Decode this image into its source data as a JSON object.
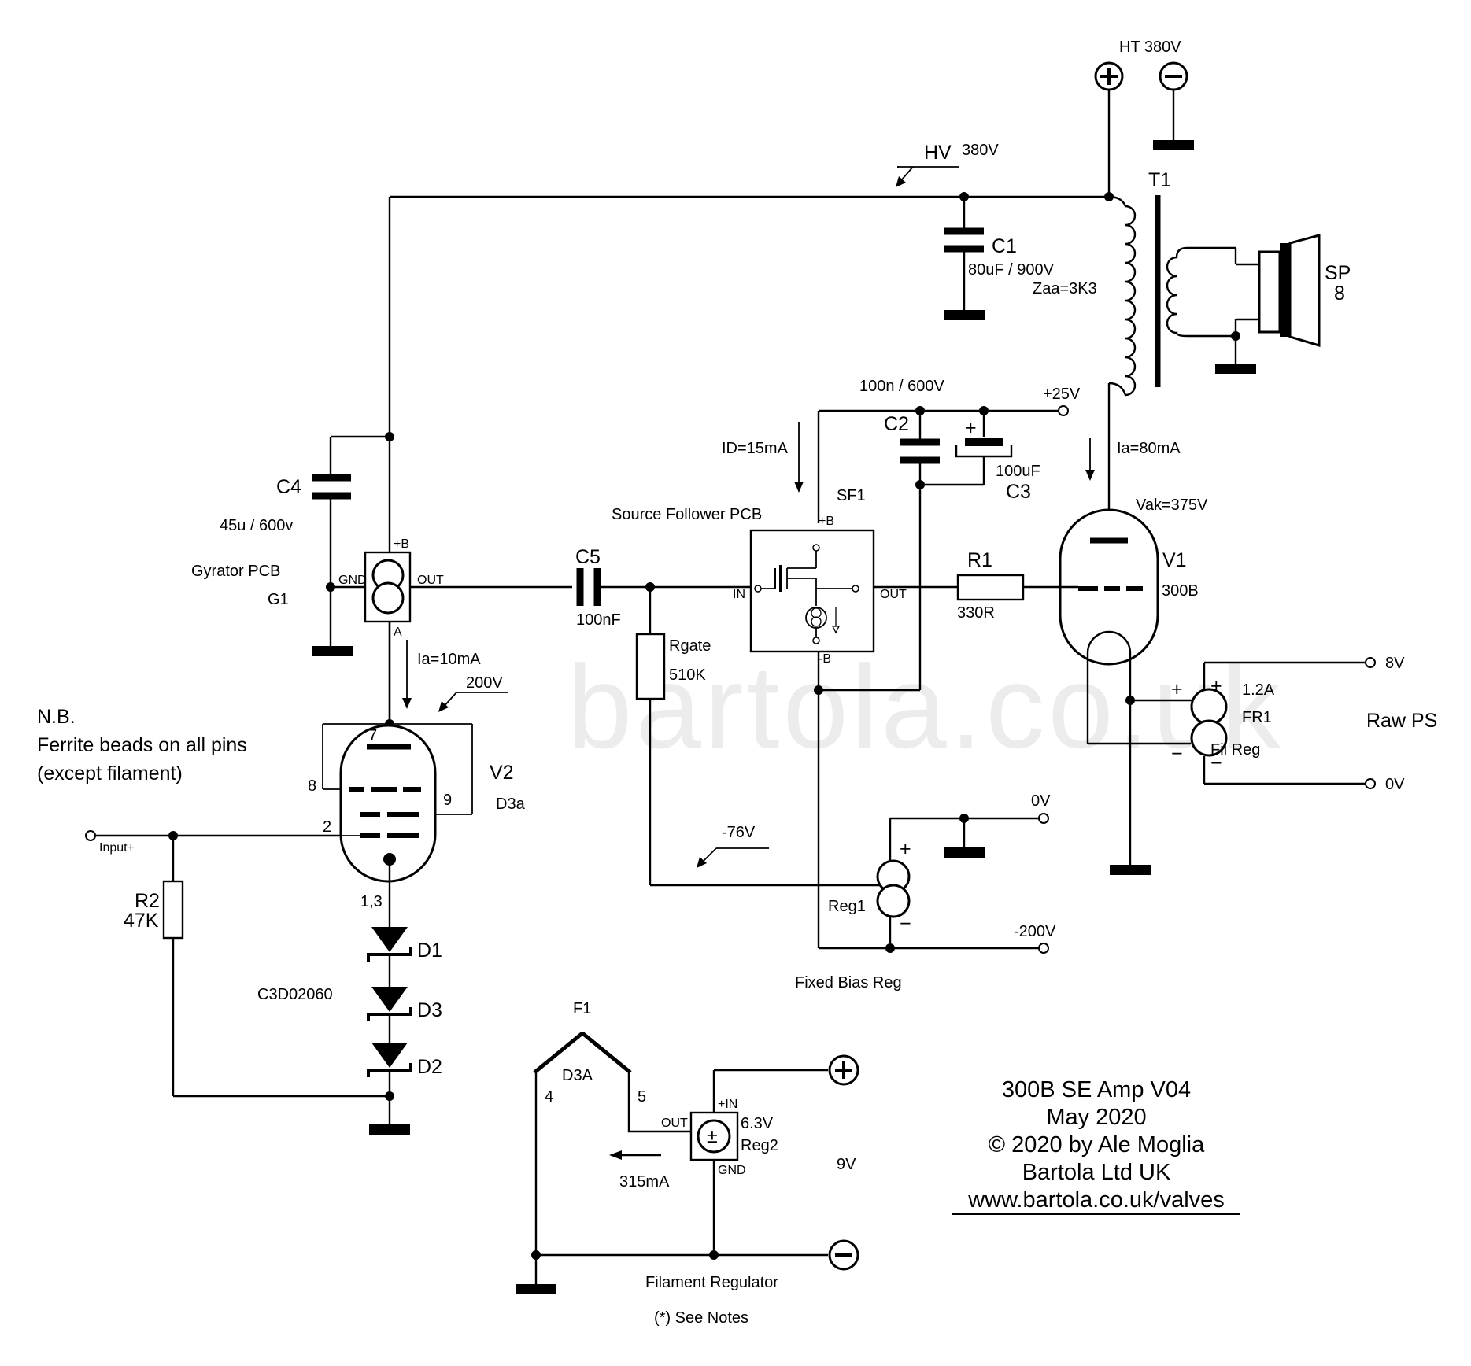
{
  "watermark": "bartola.co.uk",
  "supply": {
    "ht_label": "HT 380V",
    "hv_label": "HV",
    "hv_value": "380V",
    "plus_25v": "+25V",
    "raw_ps": "Raw PS",
    "v8": "8V",
    "v0_fil": "0V",
    "v0_bias": "0V",
    "minus_200v": "-200V",
    "minus_76v": "-76V",
    "fil_9v": "9V"
  },
  "components": {
    "C1": {
      "ref": "C1",
      "value": "80uF / 900V"
    },
    "C2": {
      "ref": "C2",
      "value": "100n / 600V"
    },
    "C3": {
      "ref": "C3",
      "value": "100uF"
    },
    "C4": {
      "ref": "C4",
      "value": "45u / 600v"
    },
    "C5": {
      "ref": "C5",
      "value": "100nF"
    },
    "R1": {
      "ref": "R1",
      "value": "330R"
    },
    "R2": {
      "ref": "R2",
      "value": "47K"
    },
    "Rgate": {
      "ref": "Rgate",
      "value": "510K"
    },
    "T1": {
      "ref": "T1",
      "impedance": "Zaa=3K3"
    },
    "SP": {
      "ref": "SP",
      "value": "8"
    },
    "V1": {
      "ref": "V1",
      "type": "300B",
      "ia": "Ia=80mA",
      "vak": "Vak=375V"
    },
    "V2": {
      "ref": "V2",
      "type": "D3a",
      "ia": "Ia=10mA",
      "anode_v": "200V",
      "pins": {
        "anode": "7",
        "g2": "8",
        "g3": "9",
        "grid": "2",
        "cathode": "1,3"
      }
    },
    "G1": {
      "title": "Gyrator PCB",
      "ref": "G1",
      "pin_b": "+B",
      "pin_gnd": "GND",
      "pin_out": "OUT",
      "pin_a": "A"
    },
    "SF1": {
      "title": "Source Follower PCB",
      "ref": "SF1",
      "id": "ID=15mA",
      "pin_b": "+B",
      "pin_in": "IN",
      "pin_out": "OUT",
      "pin_minus_b": "-B"
    },
    "FR1": {
      "ref": "FR1",
      "current": "1.2A",
      "name": "Fil Reg",
      "plus": "+",
      "minus": "−",
      "out_plus": "+",
      "out_minus": "−"
    },
    "Reg1": {
      "ref": "Reg1",
      "plus": "+",
      "minus": "−",
      "caption": "Fixed Bias Reg"
    },
    "Reg2": {
      "ref": "Reg2",
      "voltage": "6.3V",
      "pin_in": "+IN",
      "pin_out": "OUT",
      "pin_gnd": "GND",
      "current": "315mA",
      "caption": "Filament Regulator"
    },
    "F1": {
      "ref": "F1",
      "type": "D3A",
      "pin4": "4",
      "pin5": "5"
    },
    "D1": {
      "ref": "D1"
    },
    "D2": {
      "ref": "D2"
    },
    "D3": {
      "ref": "D3"
    },
    "diode_part": "C3D02060",
    "C3_plus": "+"
  },
  "input_label": "Input+",
  "notes": {
    "nb_title": "N.B.",
    "nb_line1": "Ferrite beads on all pins",
    "nb_line2": "(except filament)",
    "see_notes": "(*) See Notes"
  },
  "title_block": {
    "line1": "300B SE Amp V04",
    "line2": "May 2020",
    "line3": "© 2020 by Ale Moglia",
    "line4": "Bartola Ltd UK",
    "line5": "www.bartola.co.uk/valves"
  }
}
